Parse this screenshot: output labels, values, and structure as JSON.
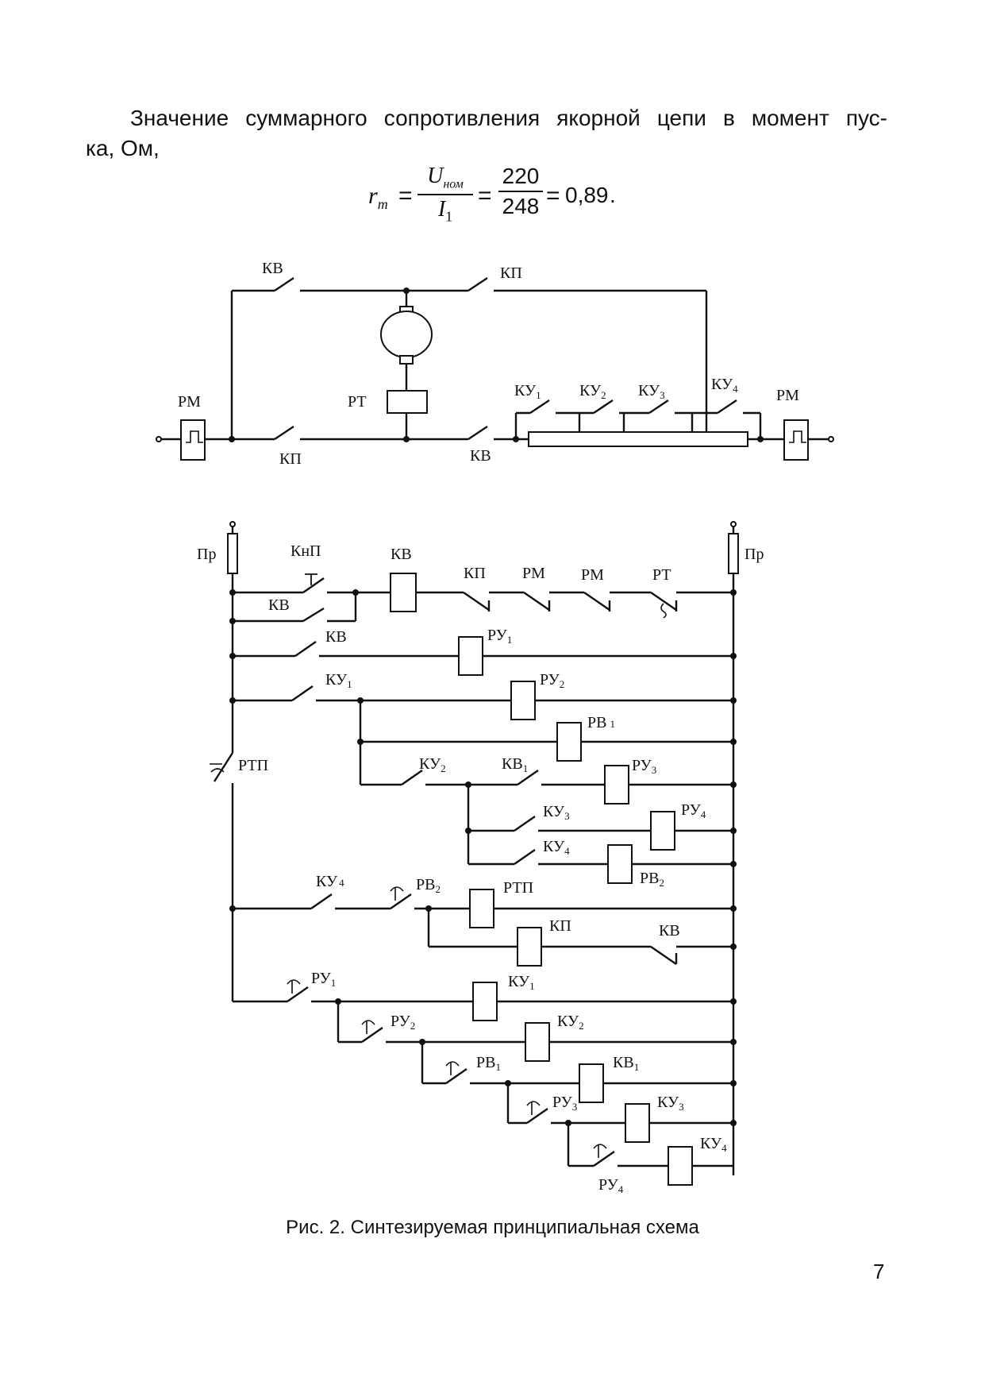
{
  "text": {
    "line1": "Значение суммарного сопротивления якорной цепи в момент пус-",
    "line2": "ка, Ом,"
  },
  "formula": {
    "lhs_main": "r",
    "lhs_sub": "m",
    "eq1": "=",
    "num1_main": "U",
    "num1_sub": "ном",
    "den1_main": "I",
    "den1_sub": "1",
    "eq2": "=",
    "num2": "220",
    "den2": "248",
    "eq3": "=",
    "result": "0,89",
    "end": "."
  },
  "diagram1": {
    "labels": {
      "kv_top": "КВ",
      "kp_top": "КП",
      "rm_left": "РМ",
      "rt": "РТ",
      "kp_bottom": "КП",
      "kv_bottom": "КВ",
      "ku1": "КУ",
      "ku1_sub": "1",
      "ku2": "КУ",
      "ku2_sub": "2",
      "ku3": "КУ",
      "ku3_sub": "3",
      "ku4": "КУ",
      "ku4_sub": "4",
      "rm_right": "РМ"
    }
  },
  "diagram2": {
    "labels": {
      "pr_left": "Пр",
      "pr_right": "Пр",
      "knp": "КнП",
      "kv_coil": "КВ",
      "kp_r1": "КП",
      "rm1_r1": "РМ",
      "rm2_r1": "РМ",
      "rt_r1": "РТ",
      "kv_r1b": "КВ",
      "kv_r2": "КВ",
      "ru1_r2": "РУ",
      "ru1_r2_sub": "1",
      "ku1_r3": "КУ",
      "ku1_r3_sub": "1",
      "ru2_r3": "РУ",
      "ru2_r3_sub": "2",
      "rv1_r4": "РВ",
      "rv1_r4_sub": "1",
      "rtp_side": "РТП",
      "ku2_r5": "КУ",
      "ku2_r5_sub": "2",
      "kv1_r5": "КВ",
      "kv1_r5_sub": "1",
      "ru3_r5": "РУ",
      "ru3_r5_sub": "3",
      "ku3_r6": "КУ",
      "ku3_r6_sub": "3",
      "ru4_r6": "РУ",
      "ru4_r6_sub": "4",
      "ku4_r7": "КУ",
      "ku4_r7_sub": "4",
      "rv2_r7": "РВ",
      "rv2_r7_sub": "2",
      "ku4_r8": "КУ",
      "ku4_r8_sub": "4",
      "rv2_r8": "РВ",
      "rv2_r8_sub": "2",
      "rtp_r8": "РТП",
      "kp_r9": "КП",
      "kv_r9": "КВ",
      "ru1_r10": "РУ",
      "ru1_r10_sub": "1",
      "ku1_r10": "КУ",
      "ku1_r10_sub": "1",
      "ru2_r11": "РУ",
      "ru2_r11_sub": "2",
      "ku2_r11": "КУ",
      "ku2_r11_sub": "2",
      "rv1_r12": "РВ",
      "rv1_r12_sub": "1",
      "kv1_r12": "КВ",
      "kv1_r12_sub": "1",
      "ru3_r13": "РУ",
      "ru3_r13_sub": "3",
      "ku3_r13": "КУ",
      "ku3_r13_sub": "3",
      "ku4_r14": "КУ",
      "ku4_r14_sub": "4",
      "ru4_r14": "РУ",
      "ru4_r14_sub": "4"
    }
  },
  "caption": "Рис. 2. Синтезируемая принципиальная схема",
  "page_number": "7"
}
